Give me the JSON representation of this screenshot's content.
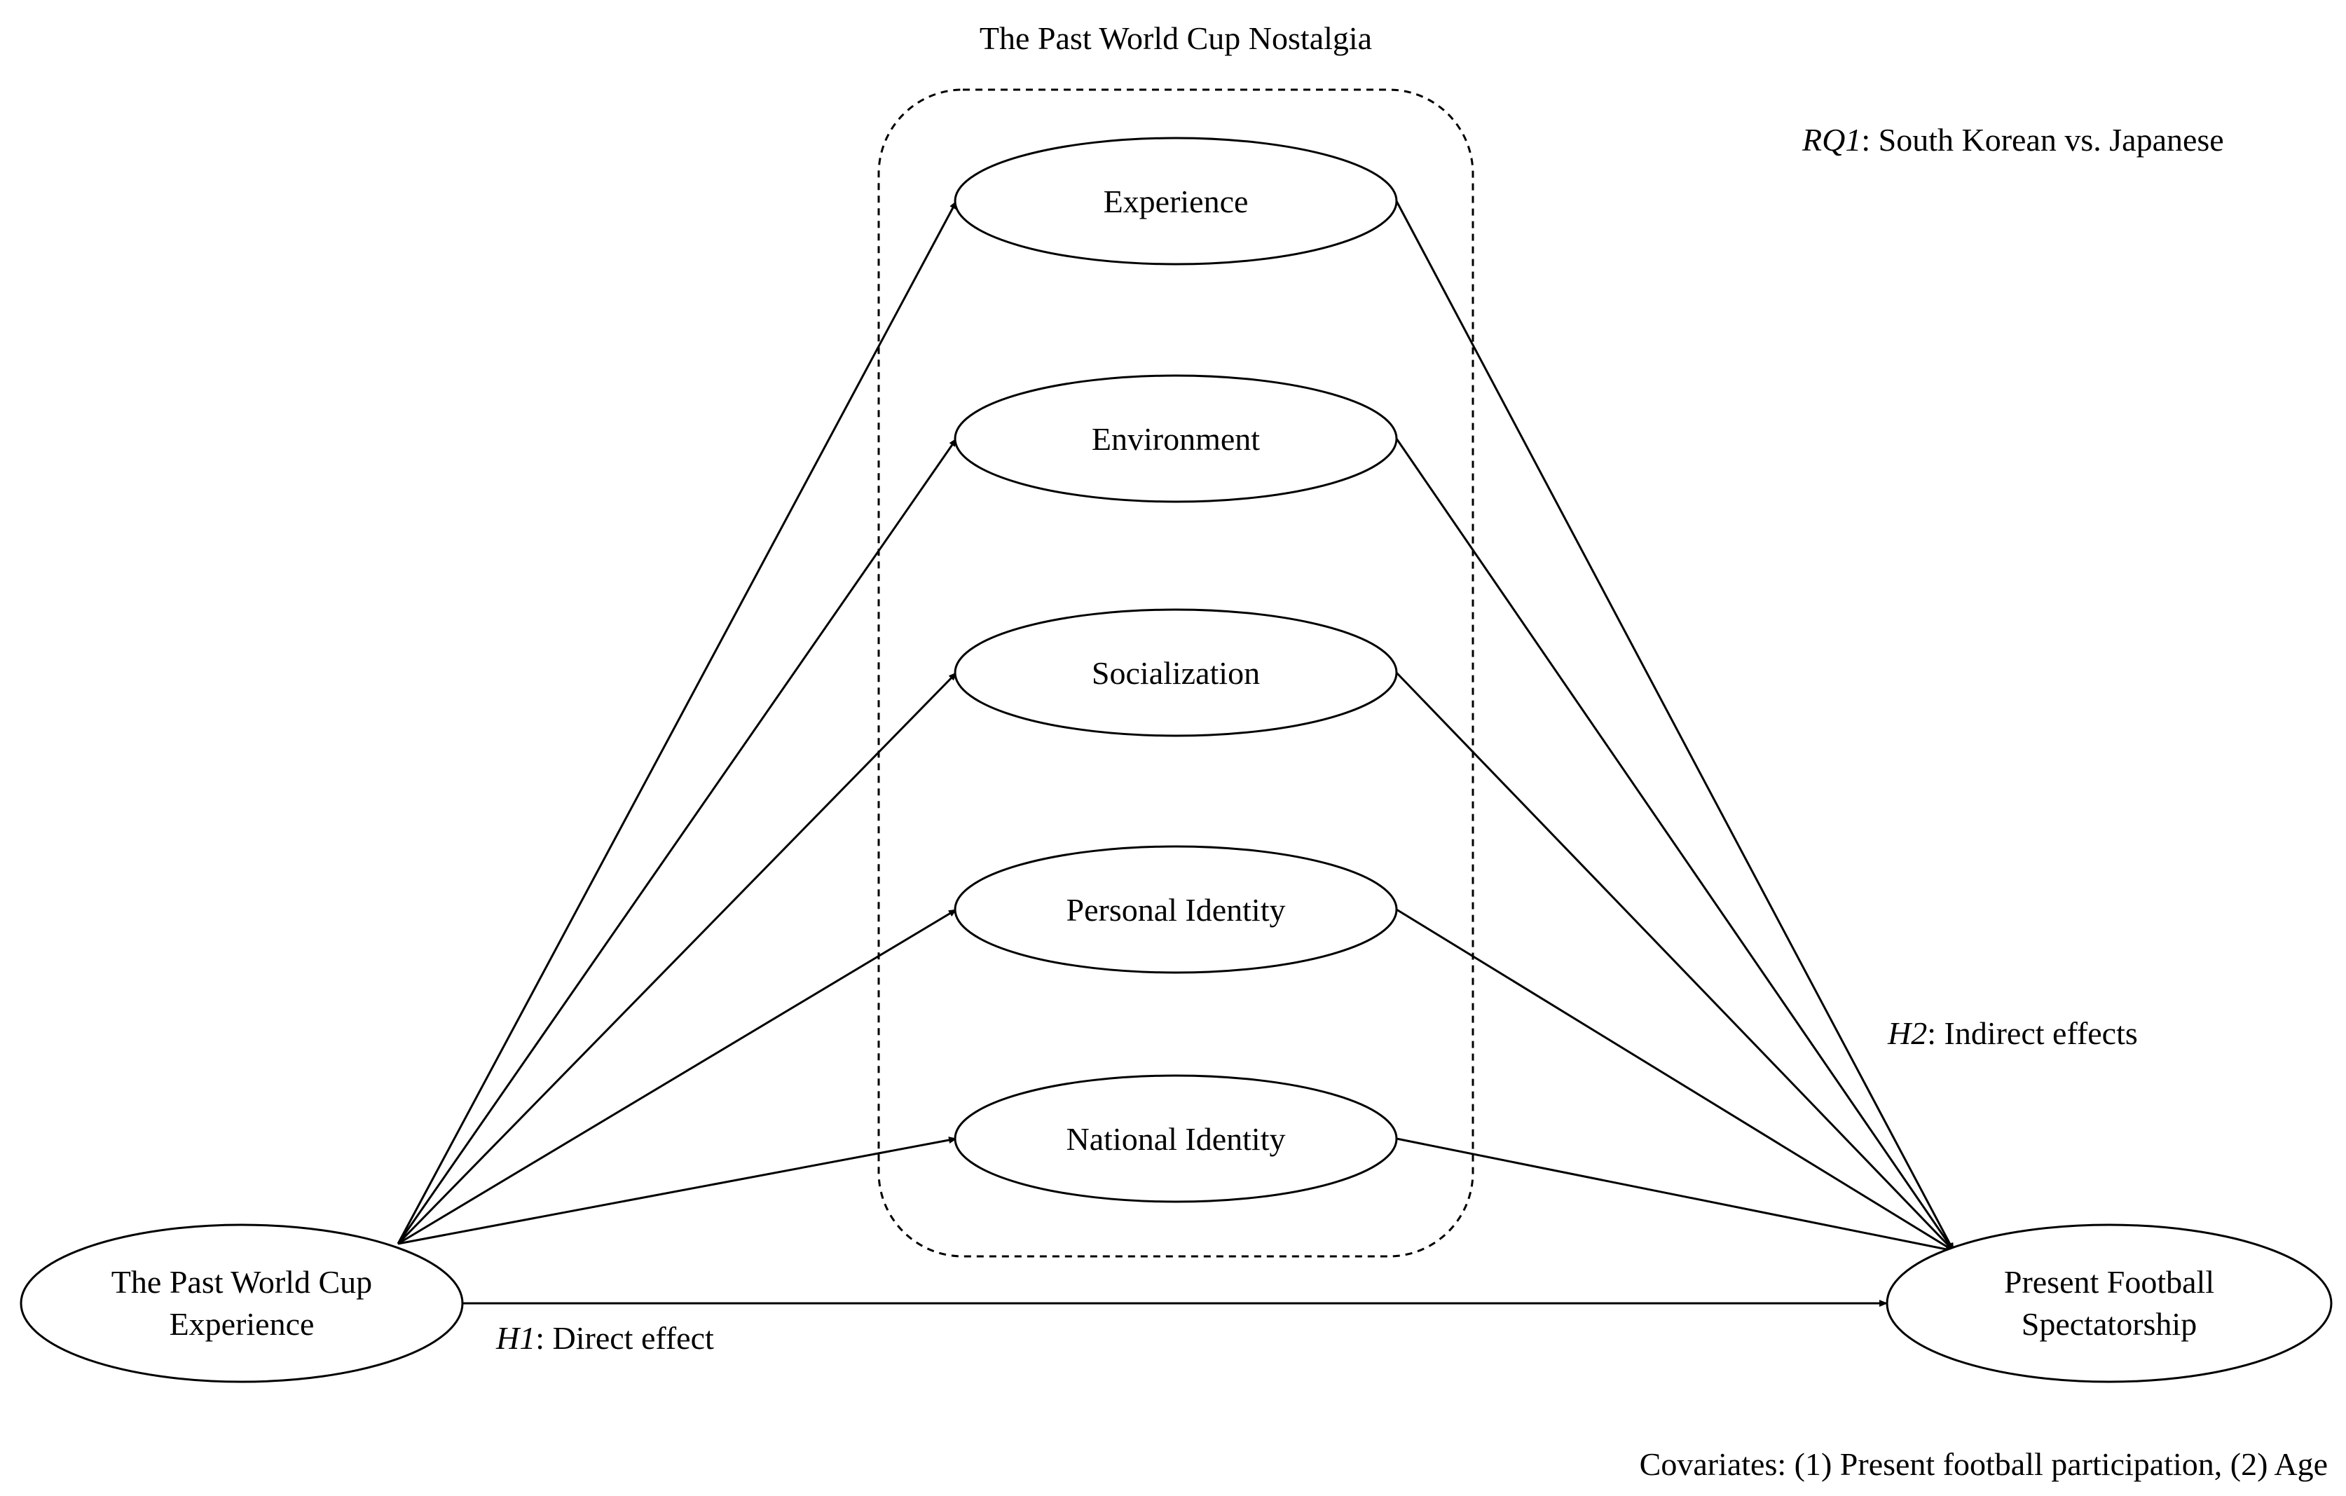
{
  "group": {
    "title": "The Past World Cup Nostalgia"
  },
  "nodes": {
    "experience": "Experience",
    "environment": "Environment",
    "socialization": "Socialization",
    "personal_identity": "Personal Identity",
    "national_identity": "National Identity",
    "source": {
      "line1": "The Past World Cup",
      "line2": "Experience"
    },
    "target": {
      "line1": "Present Football",
      "line2": "Spectatorship"
    }
  },
  "annotations": {
    "rq1": {
      "label": "RQ1",
      "text": ": South Korean vs. Japanese"
    },
    "h1": {
      "label": "H1",
      "text": ": Direct effect"
    },
    "h2": {
      "label": "H2",
      "text": ": Indirect effects"
    },
    "covariates": "Covariates: (1) Present football participation, (2) Age"
  },
  "colors": {
    "stroke": "#000000",
    "background": "#ffffff"
  }
}
